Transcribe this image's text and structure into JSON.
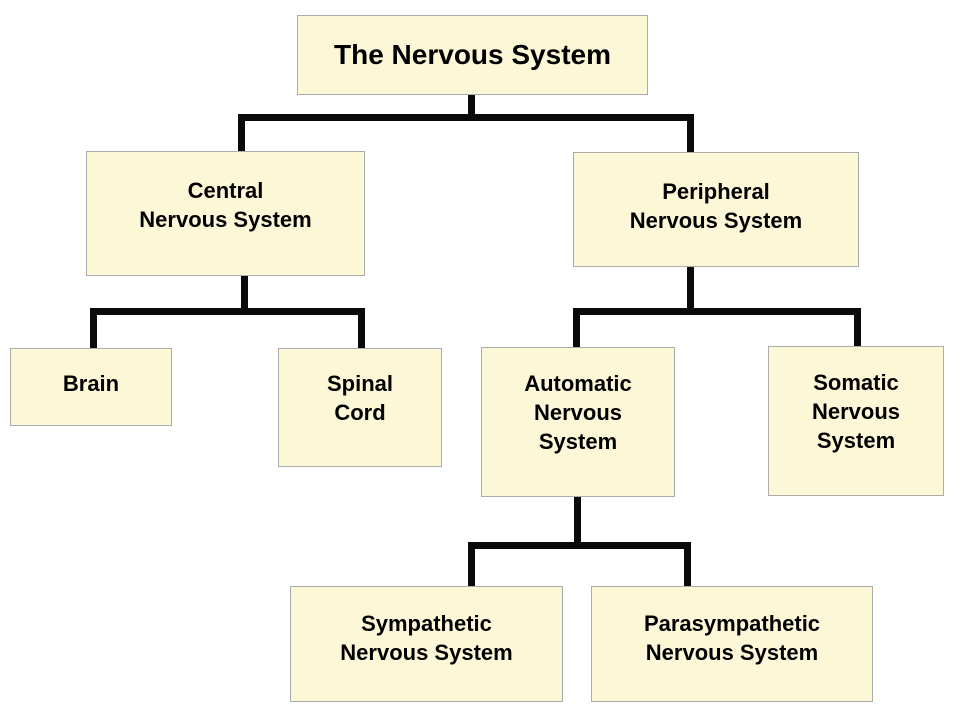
{
  "diagram": {
    "title": "The Nervous System",
    "colors": {
      "background": "#ffffff",
      "box_fill": "#FCF8D7",
      "box_border": "#ABABAB",
      "connector": "#0a0a0a",
      "text": "#000000"
    },
    "nodes": {
      "root": {
        "id": "the-nervous-system",
        "lines": [
          "The Nervous System"
        ],
        "children": [
          "central-nervous-system",
          "peripheral-nervous-system"
        ]
      },
      "central": {
        "id": "central-nervous-system",
        "lines": [
          "Central",
          "Nervous System"
        ],
        "children": [
          "brain",
          "spinal-cord"
        ]
      },
      "peripheral": {
        "id": "peripheral-nervous-system",
        "lines": [
          "Peripheral",
          "Nervous System"
        ],
        "children": [
          "automatic-nervous-system",
          "somatic-nervous-system"
        ]
      },
      "brain": {
        "id": "brain",
        "lines": [
          "Brain"
        ],
        "children": []
      },
      "spinal": {
        "id": "spinal-cord",
        "lines": [
          "Spinal",
          "Cord"
        ],
        "children": []
      },
      "automatic": {
        "id": "automatic-nervous-system",
        "lines": [
          "Automatic",
          "Nervous",
          "System"
        ],
        "children": [
          "sympathetic-nervous-system",
          "parasympathetic-nervous-system"
        ]
      },
      "somatic": {
        "id": "somatic-nervous-system",
        "lines": [
          "Somatic",
          "Nervous",
          "System"
        ],
        "children": []
      },
      "sympathetic": {
        "id": "sympathetic-nervous-system",
        "lines": [
          "Sympathetic",
          "Nervous System"
        ],
        "children": []
      },
      "parasympathetic": {
        "id": "parasympathetic-nervous-system",
        "lines": [
          "Parasympathetic",
          "Nervous System"
        ],
        "children": []
      }
    }
  }
}
